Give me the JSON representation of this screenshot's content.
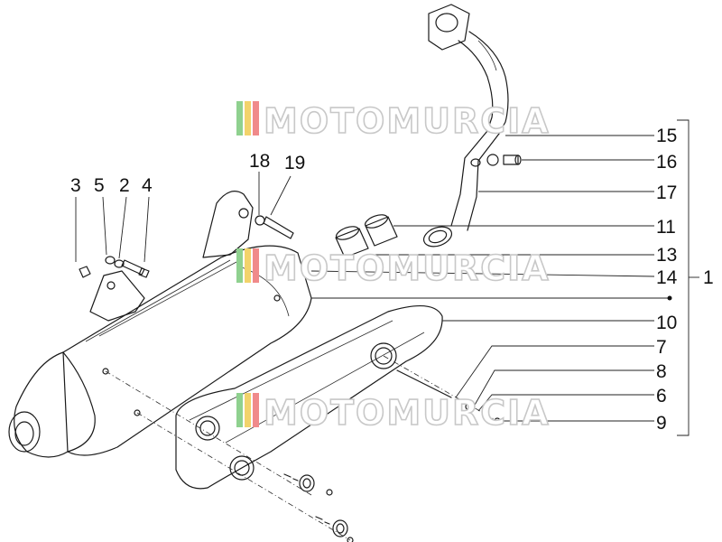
{
  "callouts": [
    {
      "id": "c1",
      "label": "1"
    },
    {
      "id": "c2",
      "label": "2"
    },
    {
      "id": "c3",
      "label": "3"
    },
    {
      "id": "c4",
      "label": "4"
    },
    {
      "id": "c5",
      "label": "5"
    },
    {
      "id": "c6",
      "label": "6"
    },
    {
      "id": "c7",
      "label": "7"
    },
    {
      "id": "c8",
      "label": "8"
    },
    {
      "id": "c9",
      "label": "9"
    },
    {
      "id": "c10",
      "label": "10"
    },
    {
      "id": "c11",
      "label": "11"
    },
    {
      "id": "c13",
      "label": "13"
    },
    {
      "id": "c14",
      "label": "14"
    },
    {
      "id": "c15",
      "label": "15"
    },
    {
      "id": "c16",
      "label": "16"
    },
    {
      "id": "c17",
      "label": "17"
    },
    {
      "id": "c18",
      "label": "18"
    },
    {
      "id": "c19",
      "label": "19"
    }
  ],
  "watermark": {
    "text": "MOTOMURCIA",
    "stripe_colors": [
      "#8fd18f",
      "#f2d36b",
      "#f08a8a"
    ]
  }
}
